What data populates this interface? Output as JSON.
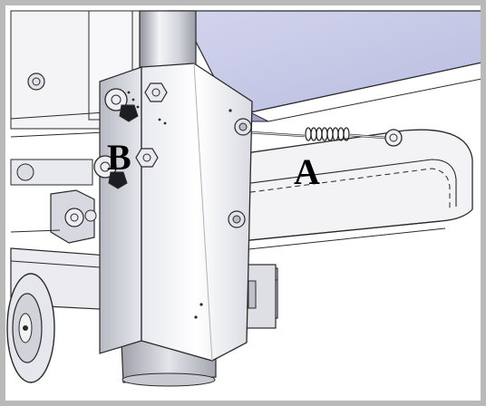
{
  "figure": {
    "callouts": {
      "a": "A",
      "b": "B"
    },
    "colors": {
      "border": "#b9b9b9",
      "panel_fill": "#c7c9e6",
      "metal_light": "#f2f2f5",
      "metal_mid": "#d4d6de",
      "metal_dark": "#8f929c",
      "outline": "#2a2a2a",
      "label": "#000000"
    },
    "parts": [
      "upright-tube",
      "bracket-plate",
      "pull-pin-with-spring",
      "frame-rail",
      "base-foot",
      "wheel",
      "knob-bolts",
      "hinge-clevis"
    ]
  }
}
